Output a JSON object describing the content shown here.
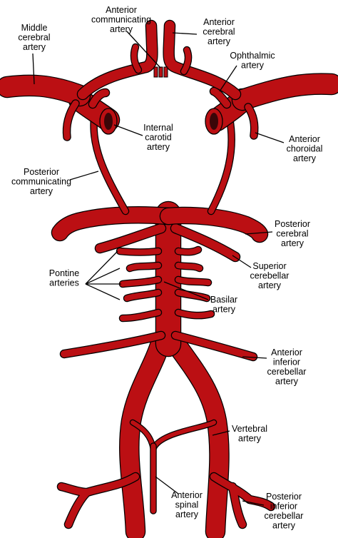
{
  "labels": {
    "anterior_communicating": [
      "Anterior",
      "communicating",
      "artery"
    ],
    "anterior_cerebral": [
      "Anterior",
      "cerebral",
      "artery"
    ],
    "middle_cerebral": [
      "Middle",
      "cerebral",
      "artery"
    ],
    "ophthalmic": [
      "Ophthalmic",
      "artery"
    ],
    "internal_carotid": [
      "Internal",
      "carotid",
      "artery"
    ],
    "anterior_choroidal": [
      "Anterior",
      "choroidal",
      "artery"
    ],
    "posterior_communicating": [
      "Posterior",
      "communicating",
      "artery"
    ],
    "posterior_cerebral": [
      "Posterior",
      "cerebral",
      "artery"
    ],
    "superior_cerebellar": [
      "Superior",
      "cerebellar",
      "artery"
    ],
    "pontine": [
      "Pontine",
      "arteries"
    ],
    "basilar": [
      "Basilar",
      "artery"
    ],
    "anterior_inferior_cerebellar": [
      "Anterior",
      "inferior",
      "cerebellar",
      "artery"
    ],
    "vertebral": [
      "Vertebral",
      "artery"
    ],
    "anterior_spinal": [
      "Anterior",
      "spinal",
      "artery"
    ],
    "posterior_inferior_cerebellar": [
      "Posterior",
      "inferior",
      "cerebellar",
      "artery"
    ]
  },
  "colors": {
    "artery": "#bb0f13",
    "outline": "#000000",
    "lumen": "#3a0608"
  }
}
